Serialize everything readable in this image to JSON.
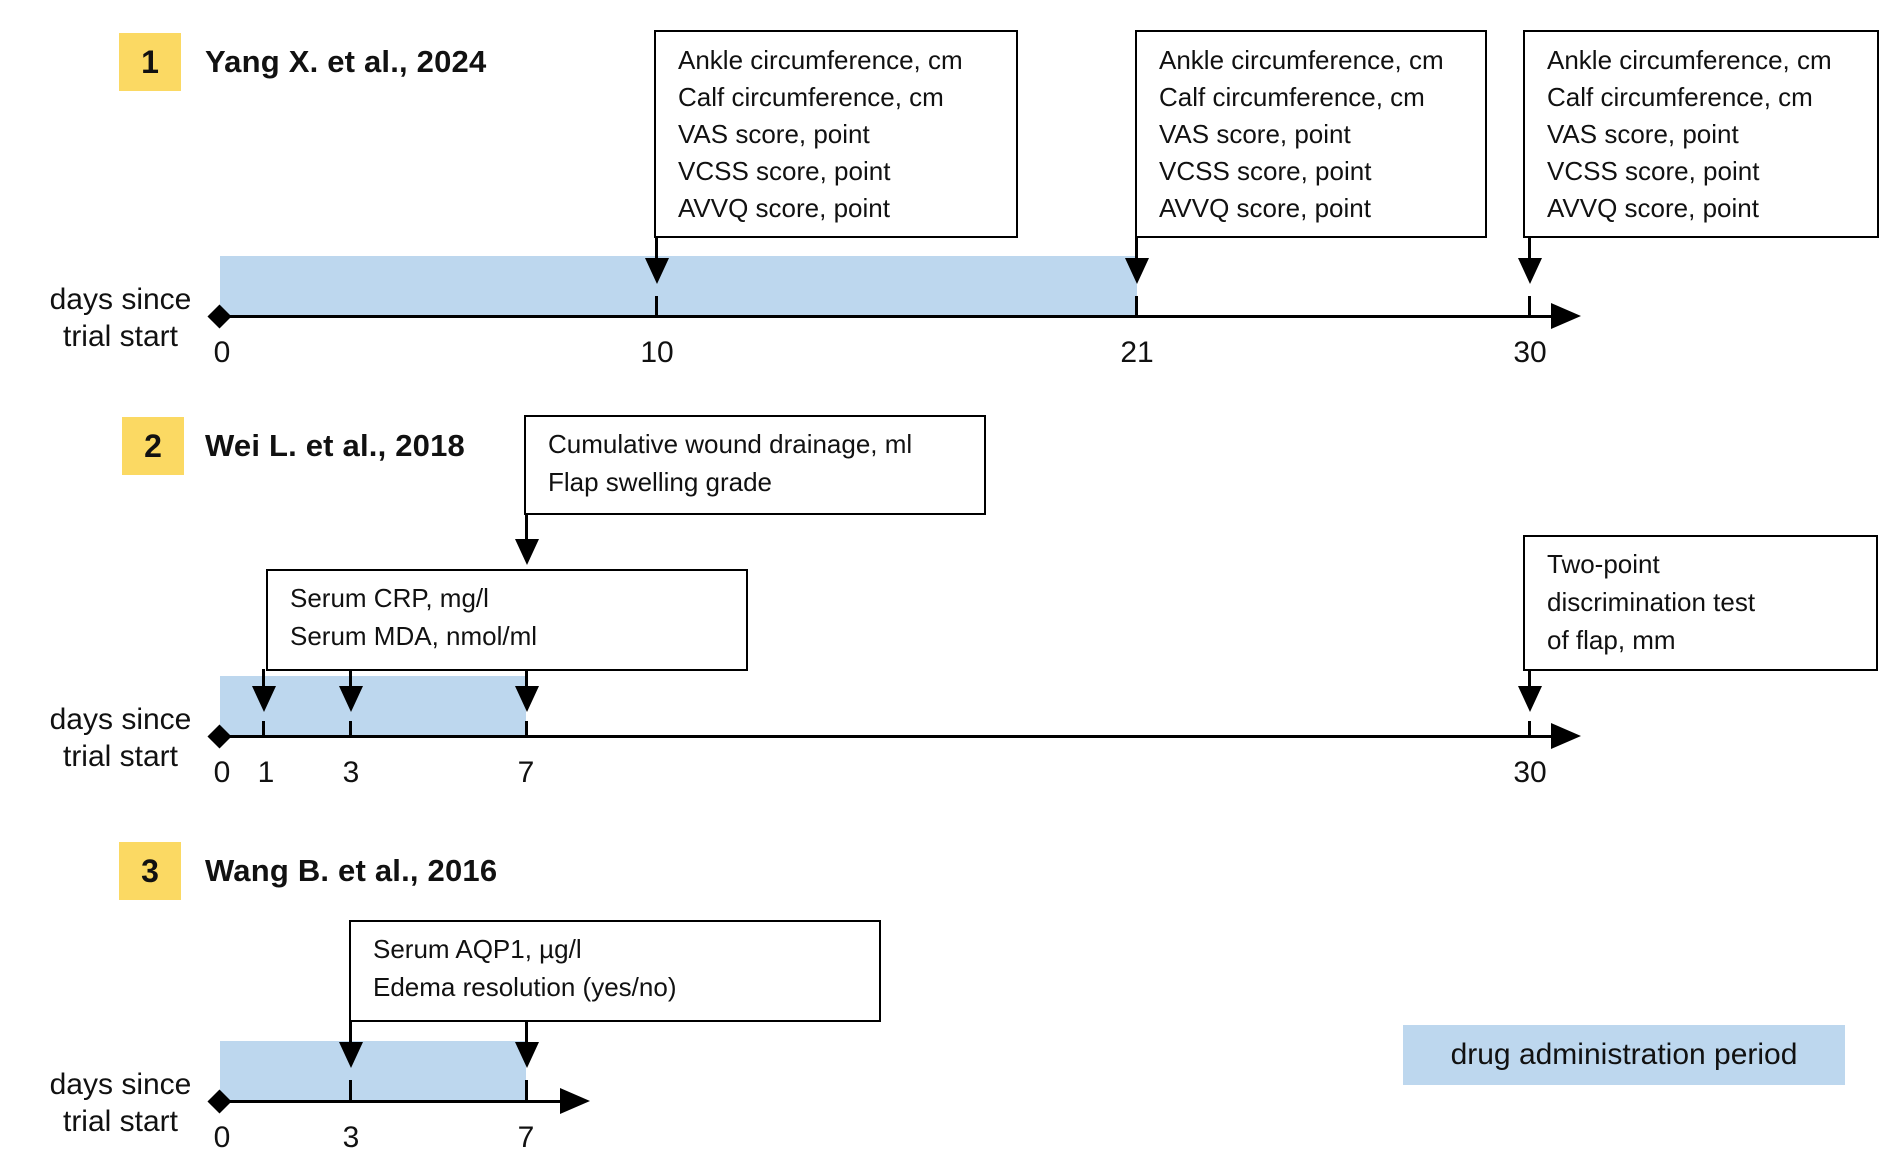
{
  "figure": {
    "axis_label_line1": "days since",
    "axis_label_line2": "trial start",
    "legend_label": "drug administration period",
    "colors": {
      "accent_yellow": "#FBD963",
      "drug_period_blue": "#BDD7EE",
      "line_black": "#000000"
    }
  },
  "studies": [
    {
      "number": "1",
      "title": "Yang X. et al., 2024",
      "drug_period_days": [
        0,
        21
      ],
      "axis_ticks": [
        "0",
        "10",
        "21",
        "30"
      ],
      "boxes": [
        {
          "at_days": [
            10
          ],
          "lines": [
            "Ankle circumference, cm",
            "Calf circumference, cm",
            "VAS score, point",
            "VCSS score, point",
            "AVVQ score, point"
          ]
        },
        {
          "at_days": [
            21
          ],
          "lines": [
            "Ankle circumference, cm",
            "Calf circumference, cm",
            "VAS score, point",
            "VCSS score, point",
            "AVVQ score, point"
          ]
        },
        {
          "at_days": [
            30
          ],
          "lines": [
            "Ankle circumference, cm",
            "Calf circumference, cm",
            "VAS score, point",
            "VCSS score, point",
            "AVVQ score, point"
          ]
        }
      ]
    },
    {
      "number": "2",
      "title": "Wei L. et al., 2018",
      "drug_period_days": [
        0,
        7
      ],
      "axis_ticks": [
        "0",
        "1",
        "3",
        "7",
        "30"
      ],
      "boxes": [
        {
          "at_days": [
            7
          ],
          "lines": [
            "Cumulative wound drainage, ml",
            "Flap swelling grade"
          ]
        },
        {
          "at_days": [
            1,
            3,
            7
          ],
          "lines": [
            "Serum CRP, mg/l",
            "Serum MDA, nmol/ml"
          ]
        },
        {
          "at_days": [
            30
          ],
          "lines": [
            "Two-point",
            "discrimination test",
            "of flap, mm"
          ]
        }
      ]
    },
    {
      "number": "3",
      "title": "Wang B. et al., 2016",
      "drug_period_days": [
        0,
        7
      ],
      "axis_ticks": [
        "0",
        "3",
        "7"
      ],
      "boxes": [
        {
          "at_days": [
            3,
            7
          ],
          "lines": [
            "Serum AQP1, µg/l",
            "Edema resolution (yes/no)"
          ]
        }
      ]
    }
  ]
}
